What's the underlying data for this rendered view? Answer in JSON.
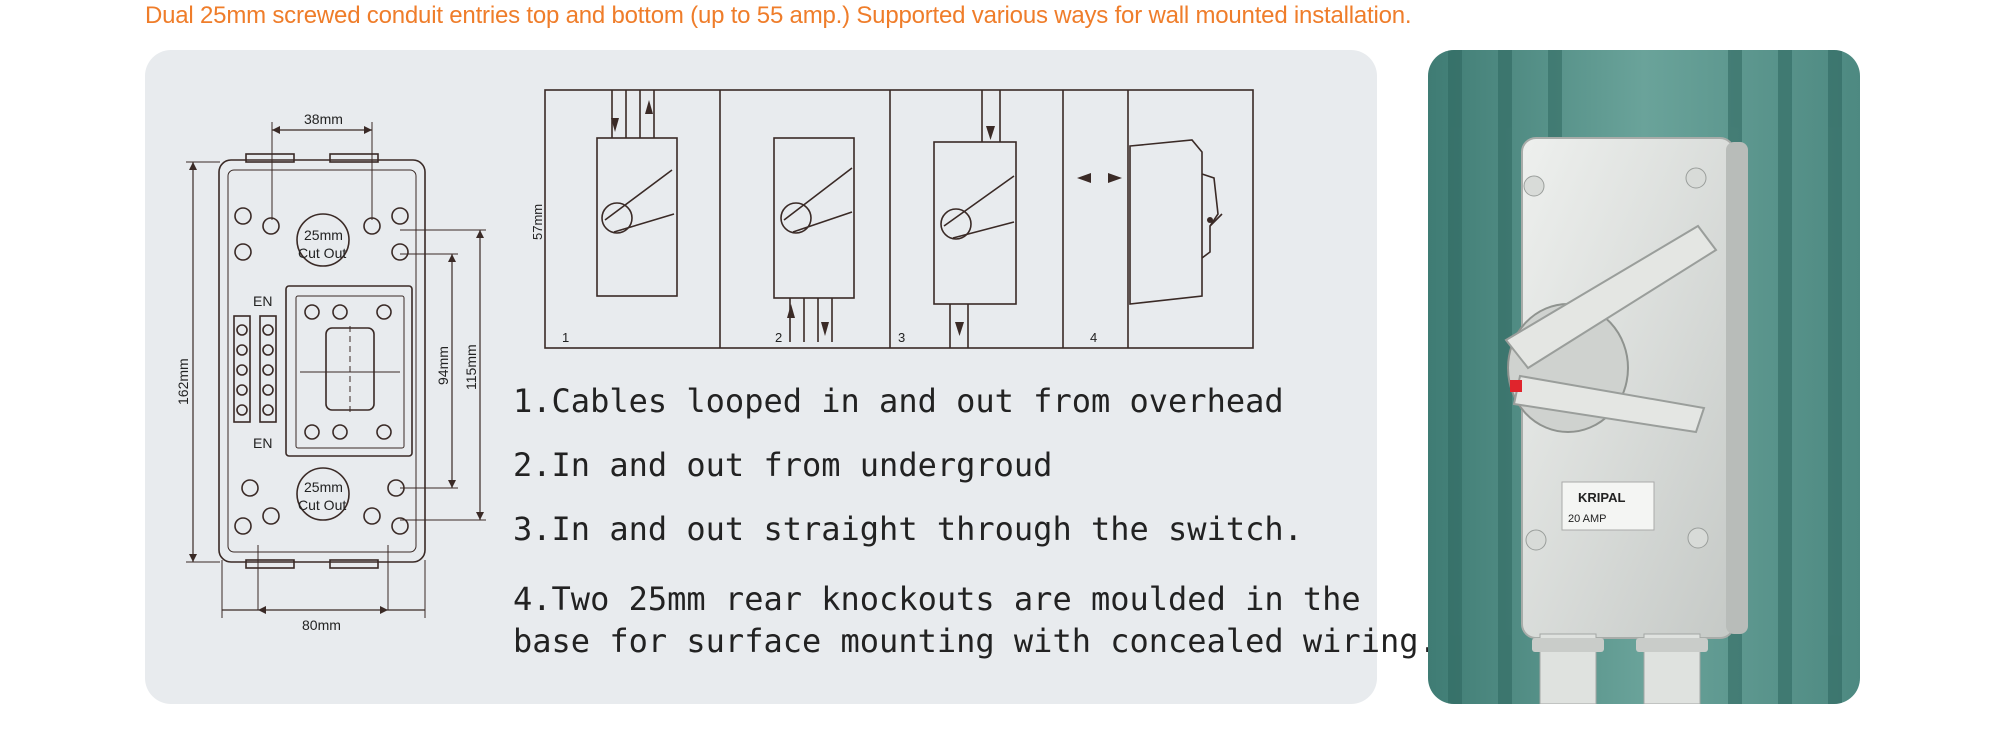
{
  "headline": "Dual 25mm screwed conduit entries top and bottom (up to 55 amp.) Supported various ways for wall mounted installation.",
  "enclosure": {
    "dim_top": "38mm",
    "dim_bottom": "80mm",
    "dim_height": "162mm",
    "dim_inner1": "94mm",
    "dim_inner2": "115mm",
    "cutout_line1": "25mm",
    "cutout_line2": "Cut Out",
    "en_label": "EN"
  },
  "wiring_panels": {
    "height_label": "57mm",
    "numbers": [
      "1",
      "2",
      "3",
      "4"
    ]
  },
  "captions": [
    "1.Cables looped in and out from overhead",
    "2.In and out from undergroud",
    "3.In and out straight through the switch.",
    "4.Two 25mm rear knockouts are moulded in the",
    "base for surface mounting with concealed wiring."
  ],
  "photo": {
    "brand": "KRIPAL",
    "rating": "20 AMP"
  },
  "colors": {
    "headline": "#ef7d2a",
    "panel_bg": "#e8ebee",
    "line": "#3a2a26",
    "wall": "#5e978f",
    "enclosure": "#d9dcda",
    "red_marker": "#e0242c"
  }
}
